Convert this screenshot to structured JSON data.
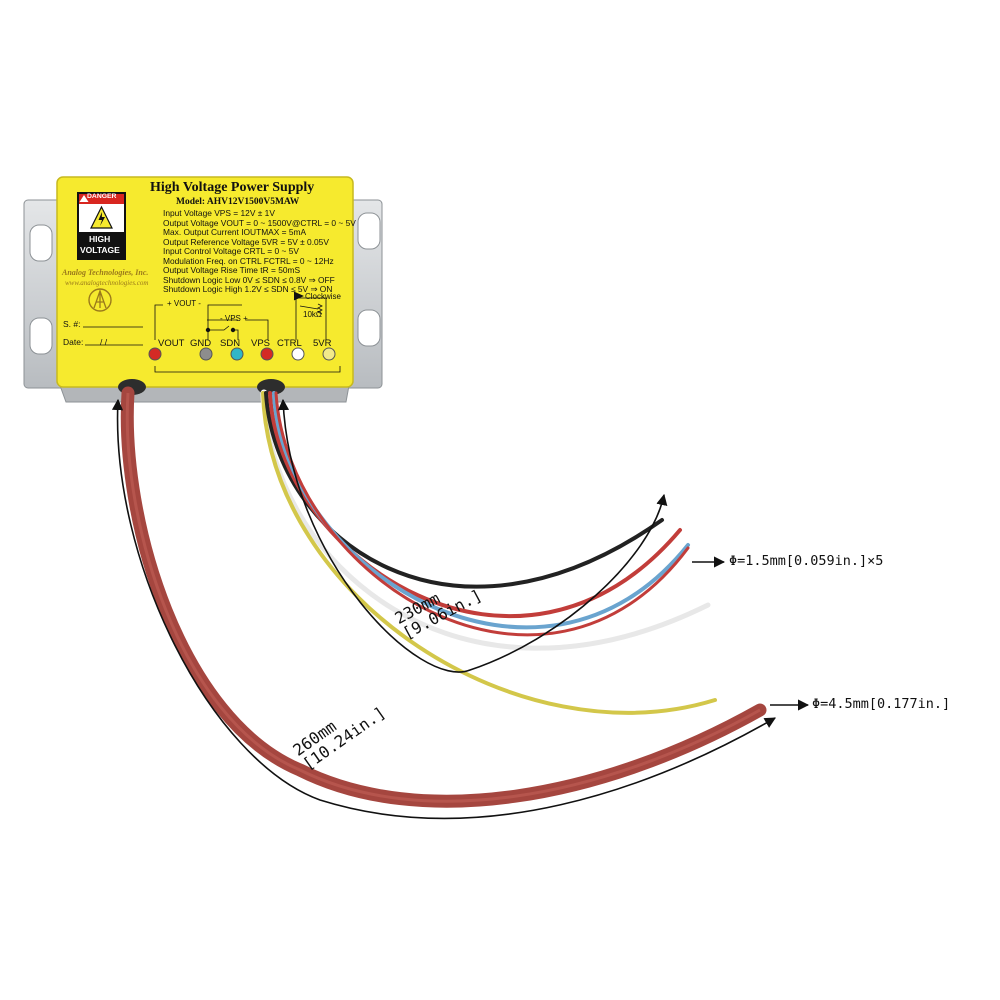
{
  "label": {
    "title": "High Voltage Power Supply",
    "model": "Model: AHV12V1500V5MAW",
    "specs": [
      "Input Voltage VPS = 12V ± 1V",
      "Output Voltage VOUT = 0 ~ 1500V@CTRL = 0 ~ 5V",
      "Max. Output Current IOUTMAX = 5mA",
      "Output Reference Voltage 5VR = 5V ± 0.05V",
      "Input Control Voltage CRTL = 0 ~ 5V",
      "Modulation Freq. on CTRL FCTRL = 0 ~ 12Hz",
      "Output Voltage Rise Time tR = 50mS",
      "Shutdown Logic Low 0V ≤ SDN ≤ 0.8V ⇒ OFF",
      "Shutdown Logic High 1.2V ≤ SDN ≤ 5V ⇒ ON"
    ],
    "danger": "DANGER",
    "high_voltage_1": "HIGH",
    "high_voltage_2": "VOLTAGE",
    "company": "Analog Technologies, Inc.",
    "website": "www.analogtechnologies.com",
    "serial_label": "S. #:",
    "date_label": "Date:",
    "date_slashes": "/     /",
    "vout_bracket": "+ VOUT -",
    "vps_bracket": "-  VPS +",
    "clockwise": "Clockwise",
    "pot": "10kΩ",
    "terminals": [
      "VOUT",
      "GND",
      "SDN",
      "VPS",
      "CTRL",
      "5VR"
    ]
  },
  "dimensions": {
    "thin_length_mm": "230mm",
    "thin_length_in": "[9.06in.]",
    "thick_length_mm": "260mm",
    "thick_length_in": "[10.24in.]",
    "thin_diameter": "Φ=1.5mm[0.059in.]×5",
    "thick_diameter": "Φ=4.5mm[0.177in.]"
  },
  "colors": {
    "label_yellow": "#f6ea2e",
    "thick_cable": "#a5463f",
    "red_wire": "#c23d3a",
    "blue_wire": "#6aa4cf",
    "yellow_wire": "#d3c74a",
    "black_wire": "#222222"
  }
}
